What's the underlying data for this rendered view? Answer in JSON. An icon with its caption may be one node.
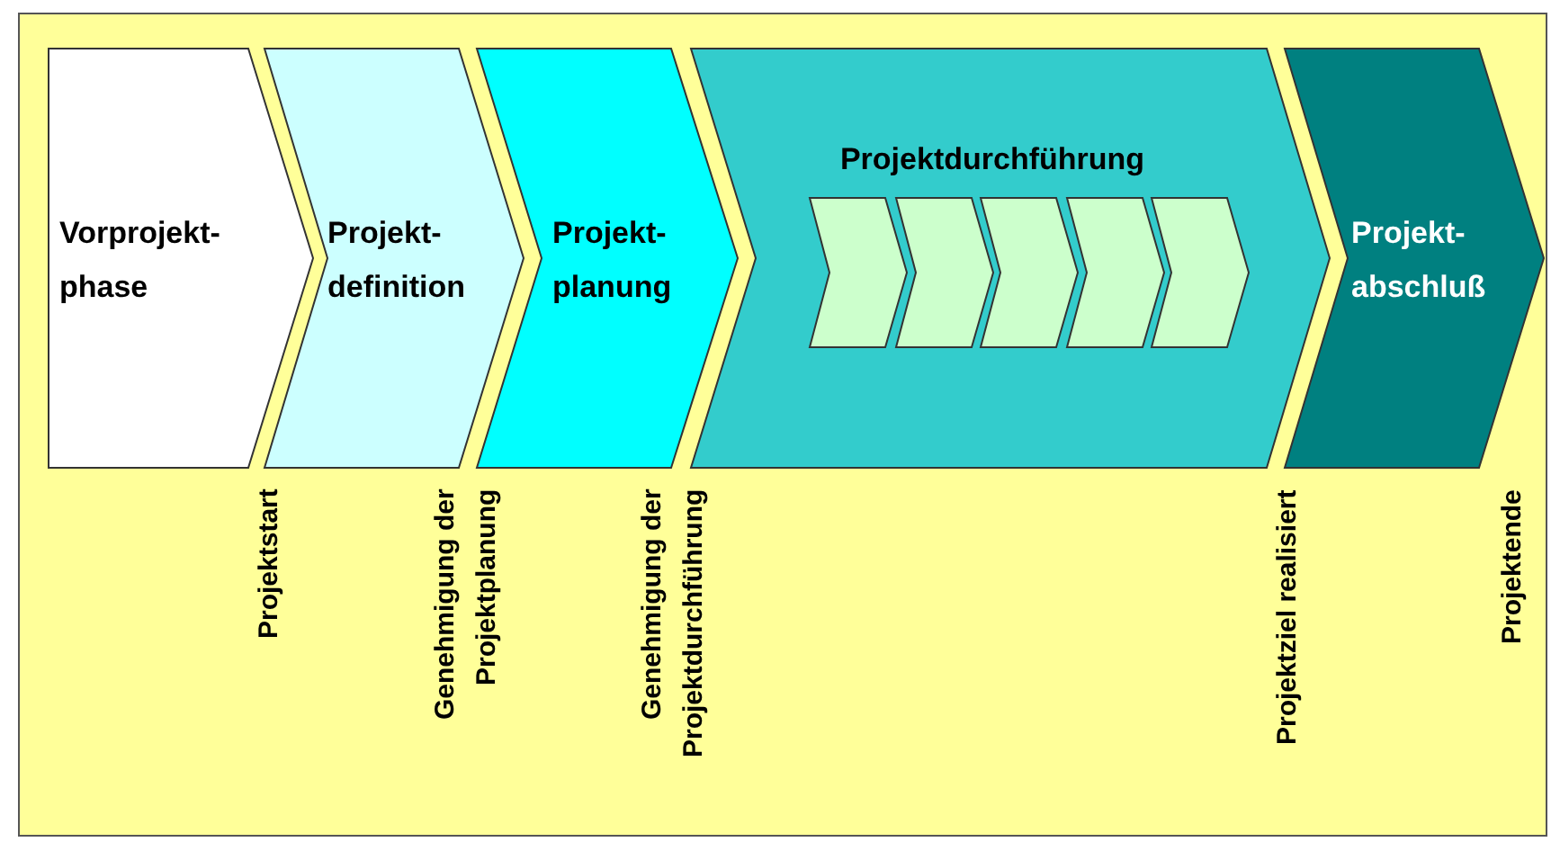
{
  "diagram": {
    "nodes": [
      {
        "text": [
          "Vorprojekt- phase"
        ]
      },
      {
        "text": [
          "Projekt- definition"
        ]
      },
      {
        "text": [
          "Projekt- planung"
        ]
      },
      {
        "text": [
          "Projektdurchführung"
        ]
      },
      {
        "text": [
          "Projekt- abschluß"
        ]
      },
      {
        "text": [],
        "shape": "chevron",
        "in": 3
      },
      {
        "text": [],
        "shape": "chevron",
        "in": 3
      },
      {
        "text": [],
        "shape": "chevron",
        "in": 3
      },
      {
        "text": [],
        "shape": "chevron",
        "in": 3
      },
      {
        "text": [],
        "shape": "chevron",
        "in": 3
      }
    ],
    "edges": [],
    "labels": [
      "Projektstart",
      "Genehmigung der Projektplanung",
      "Genehmigung der Projektdurchführung",
      "Projektziel realisiert",
      "Projektende"
    ]
  }
}
